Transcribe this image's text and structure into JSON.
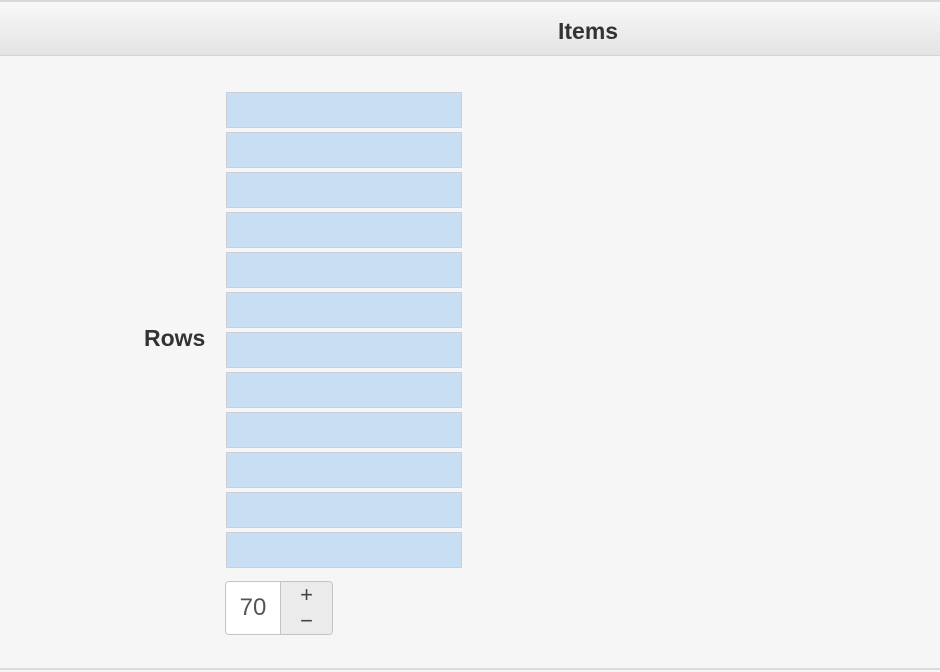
{
  "header": {
    "title": "Items"
  },
  "rows": {
    "label": "Rows",
    "items": [
      "",
      "",
      "",
      "",
      "",
      "",
      "",
      "",
      "",
      "",
      "",
      ""
    ]
  },
  "stepper": {
    "value": "70",
    "increment_label": "+",
    "decrement_label": "−"
  },
  "colors": {
    "row_fill": "#c8def3",
    "background": "#f6f6f6"
  }
}
